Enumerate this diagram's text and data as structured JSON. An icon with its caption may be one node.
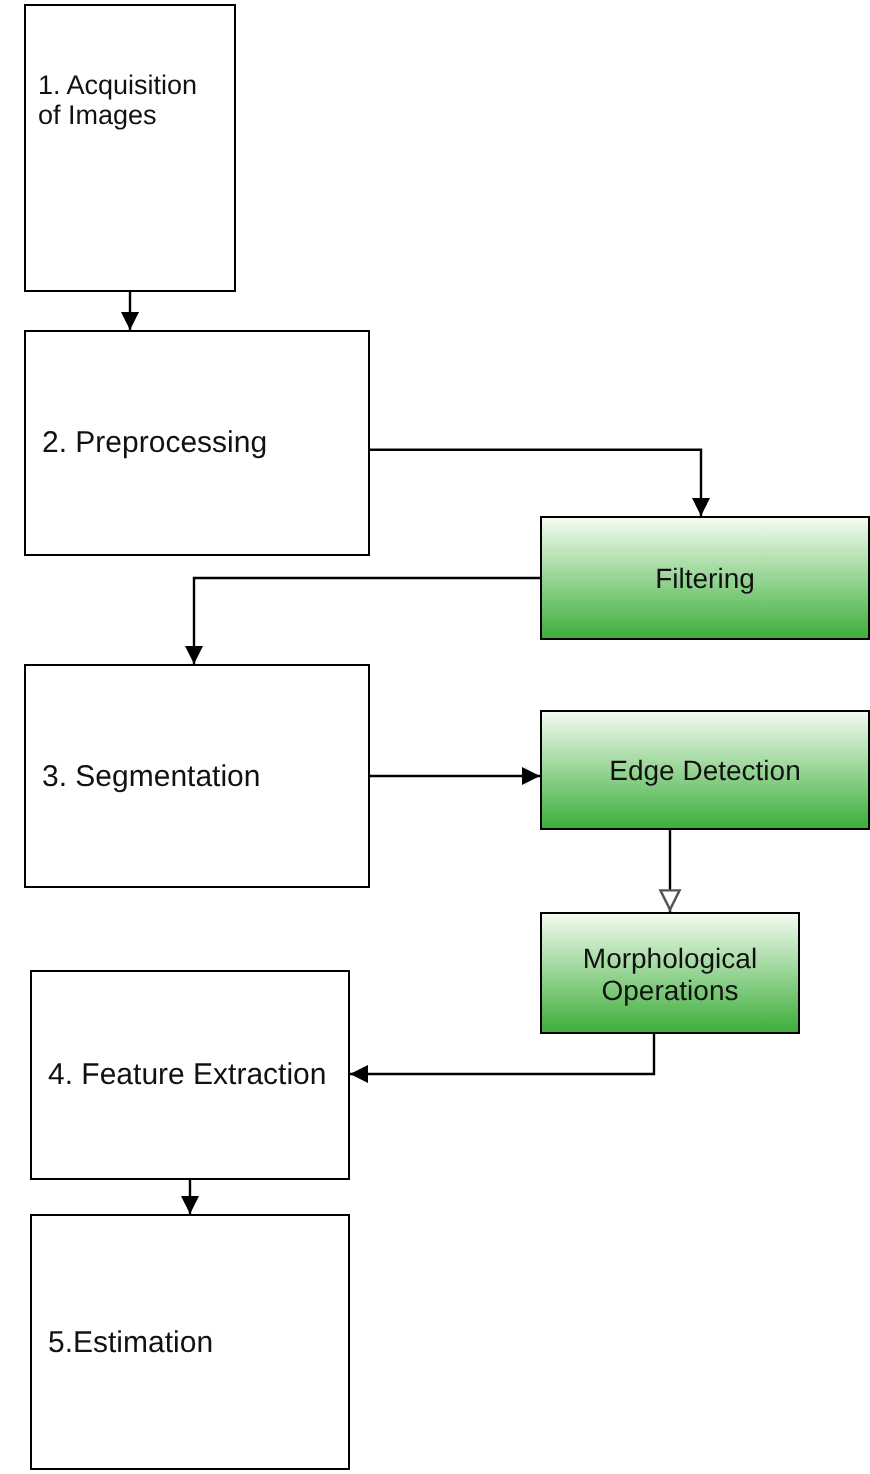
{
  "diagram": {
    "nodes": [
      {
        "text": [
          "1. Acquisition of Images"
        ]
      },
      {
        "text": [
          "2. Preprocessing"
        ]
      },
      {
        "text": [
          "Filtering"
        ]
      },
      {
        "text": [
          "3. Segmentation"
        ]
      },
      {
        "text": [
          "Edge Detection"
        ]
      },
      {
        "text": [
          "Morphological Operations"
        ]
      },
      {
        "text": [
          "4. Feature Extraction"
        ]
      },
      {
        "text": [
          "5.Estimation"
        ]
      }
    ],
    "edges": [
      {
        "from": 0,
        "to": 1,
        "arrow": "to"
      },
      {
        "from": 1,
        "to": 2,
        "arrow": "to"
      },
      {
        "from": 2,
        "to": 3,
        "arrow": "to"
      },
      {
        "from": 3,
        "to": 4,
        "arrow": "to"
      },
      {
        "from": 4,
        "to": 5,
        "arrow": "to"
      },
      {
        "from": 5,
        "to": 6,
        "arrow": "to"
      },
      {
        "from": 6,
        "to": 7,
        "arrow": "to"
      }
    ]
  }
}
